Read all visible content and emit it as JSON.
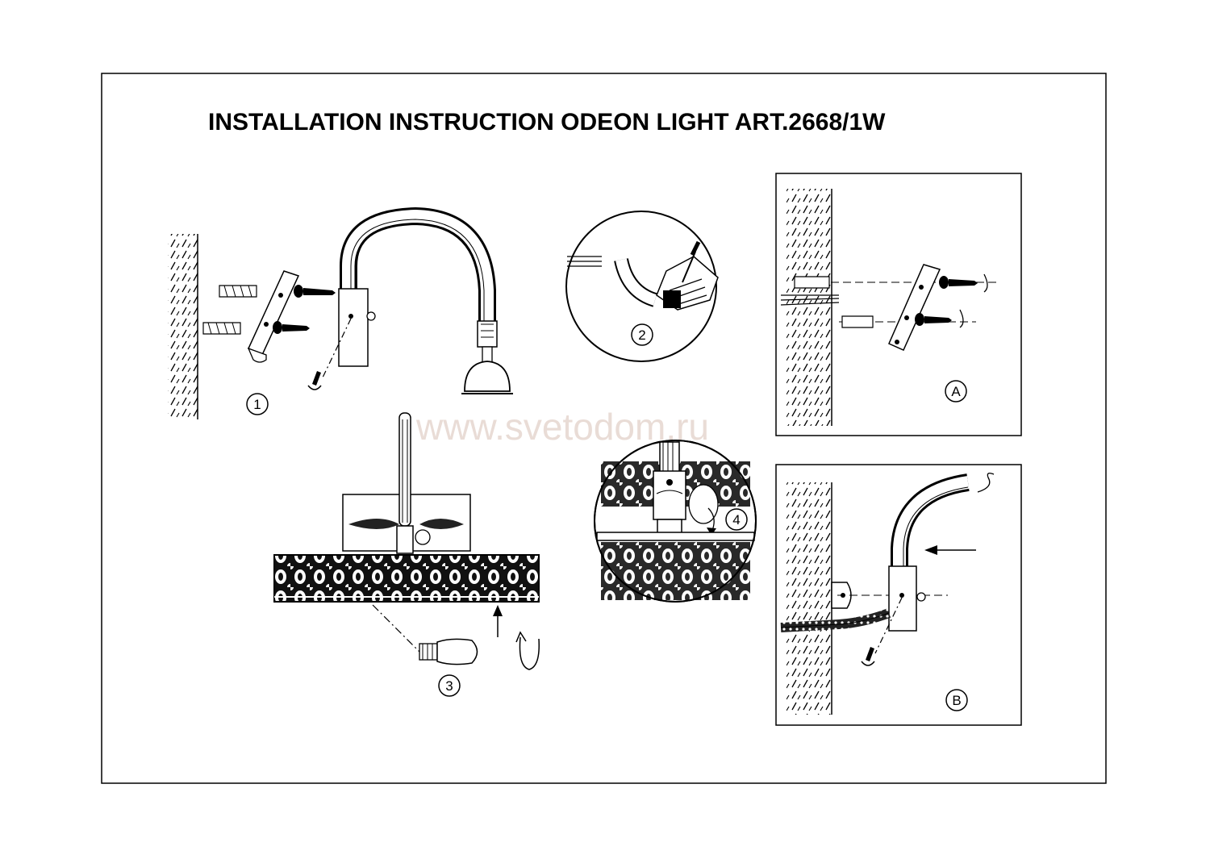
{
  "title": "INSTALLATION INSTRUCTION ODEON LIGHT ART.2668/1W",
  "watermark": "www.svetodom.ru",
  "steps": {
    "step1": "1",
    "step2": "2",
    "step3": "3",
    "step4": "4",
    "detailA": "A",
    "detailB": "B"
  },
  "colors": {
    "ink": "#000000",
    "paper": "#ffffff",
    "watermark": "#e9dcd6"
  }
}
